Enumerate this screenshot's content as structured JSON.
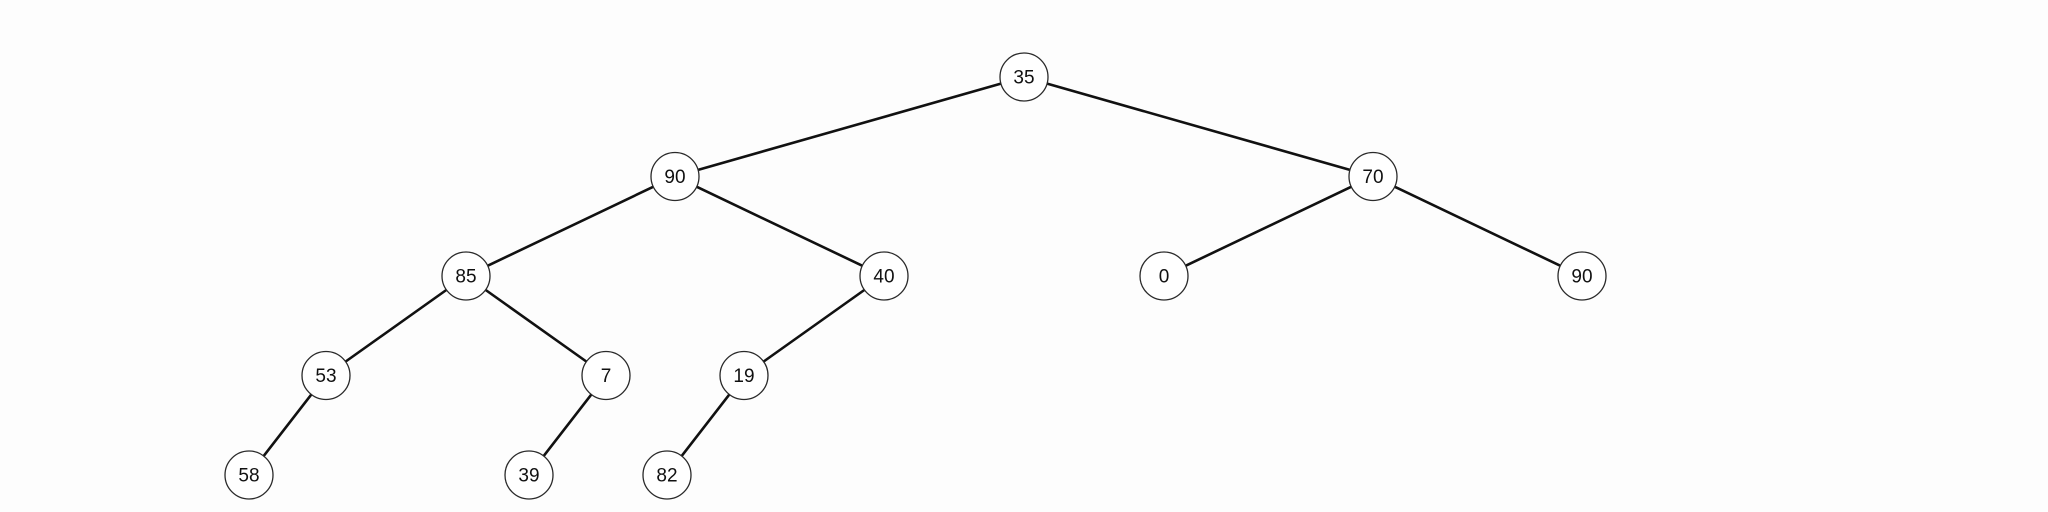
{
  "tree": {
    "root": {
      "value": "35",
      "left": {
        "value": "90",
        "left": {
          "value": "85",
          "left": {
            "value": "53",
            "left": {
              "value": "58"
            }
          },
          "right": {
            "value": "7",
            "left": {
              "value": "39"
            }
          }
        },
        "right": {
          "value": "40",
          "left": {
            "value": "19",
            "left": {
              "value": "82"
            }
          }
        }
      },
      "right": {
        "value": "70",
        "left": {
          "value": "0"
        },
        "right": {
          "value": "90"
        }
      }
    }
  }
}
